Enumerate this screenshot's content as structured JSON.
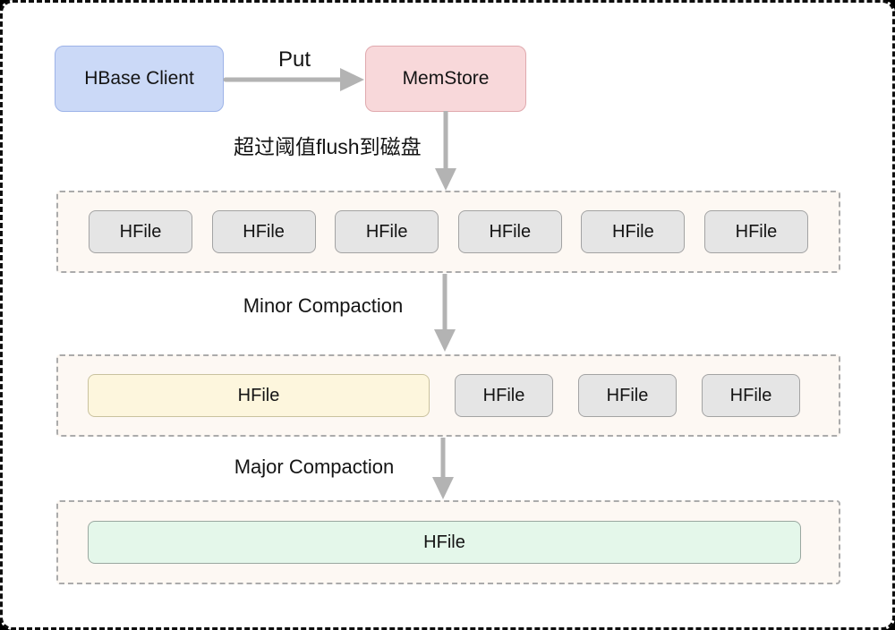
{
  "diagram": {
    "client": {
      "label": "HBase Client"
    },
    "memstore": {
      "label": "MemStore"
    },
    "edges": {
      "put_label": "Put",
      "flush_label": "超过阈值flush到磁盘",
      "minor_label": "Minor Compaction",
      "major_label": "Major Compaction"
    },
    "row1": {
      "hfiles": [
        "HFile",
        "HFile",
        "HFile",
        "HFile",
        "HFile",
        "HFile"
      ]
    },
    "row2": {
      "merged_hfile": "HFile",
      "hfiles": [
        "HFile",
        "HFile",
        "HFile"
      ]
    },
    "row3": {
      "merged_hfile": "HFile"
    },
    "colors": {
      "client_fill": "#cbd9f7",
      "client_border": "#9db3e8",
      "memstore_fill": "#f8d8da",
      "memstore_border": "#e0a9ae",
      "hfile_fill": "#e5e5e5",
      "hfile_border": "#a3a3a3",
      "merged_minor_fill": "#fdf6dd",
      "merged_minor_border": "#c9c29e",
      "merged_major_fill": "#e4f7ea",
      "merged_major_border": "#9aa8a0",
      "container_fill": "#fdf8f3",
      "container_border": "#ababab",
      "arrow": "#b3b3b3"
    }
  }
}
